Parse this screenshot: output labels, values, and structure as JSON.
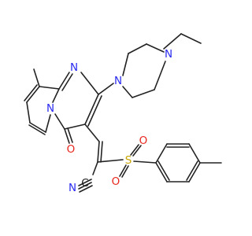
{
  "molecule": {
    "atoms": [
      {
        "id": "N_pip_top",
        "label": "N",
        "color": "#2a2af0"
      },
      {
        "id": "N_pip_bottom",
        "label": "N",
        "color": "#2a2af0"
      },
      {
        "id": "N_ring_top",
        "label": "N",
        "color": "#2a2af0"
      },
      {
        "id": "N_ring_bridge",
        "label": "N",
        "color": "#2a2af0"
      },
      {
        "id": "O_carbonyl",
        "label": "O",
        "color": "#e8261e"
      },
      {
        "id": "N_nitrile",
        "label": "N",
        "color": "#2a2af0"
      },
      {
        "id": "C_nitrile",
        "label": "C",
        "color": "#222222"
      },
      {
        "id": "S_sulfonyl",
        "label": "S",
        "color": "#c9a400"
      },
      {
        "id": "O_sulfonyl_left",
        "label": "O",
        "color": "#e8261e"
      },
      {
        "id": "O_sulfonyl_right",
        "label": "O",
        "color": "#e8261e"
      }
    ],
    "bond_color": "#222222"
  }
}
